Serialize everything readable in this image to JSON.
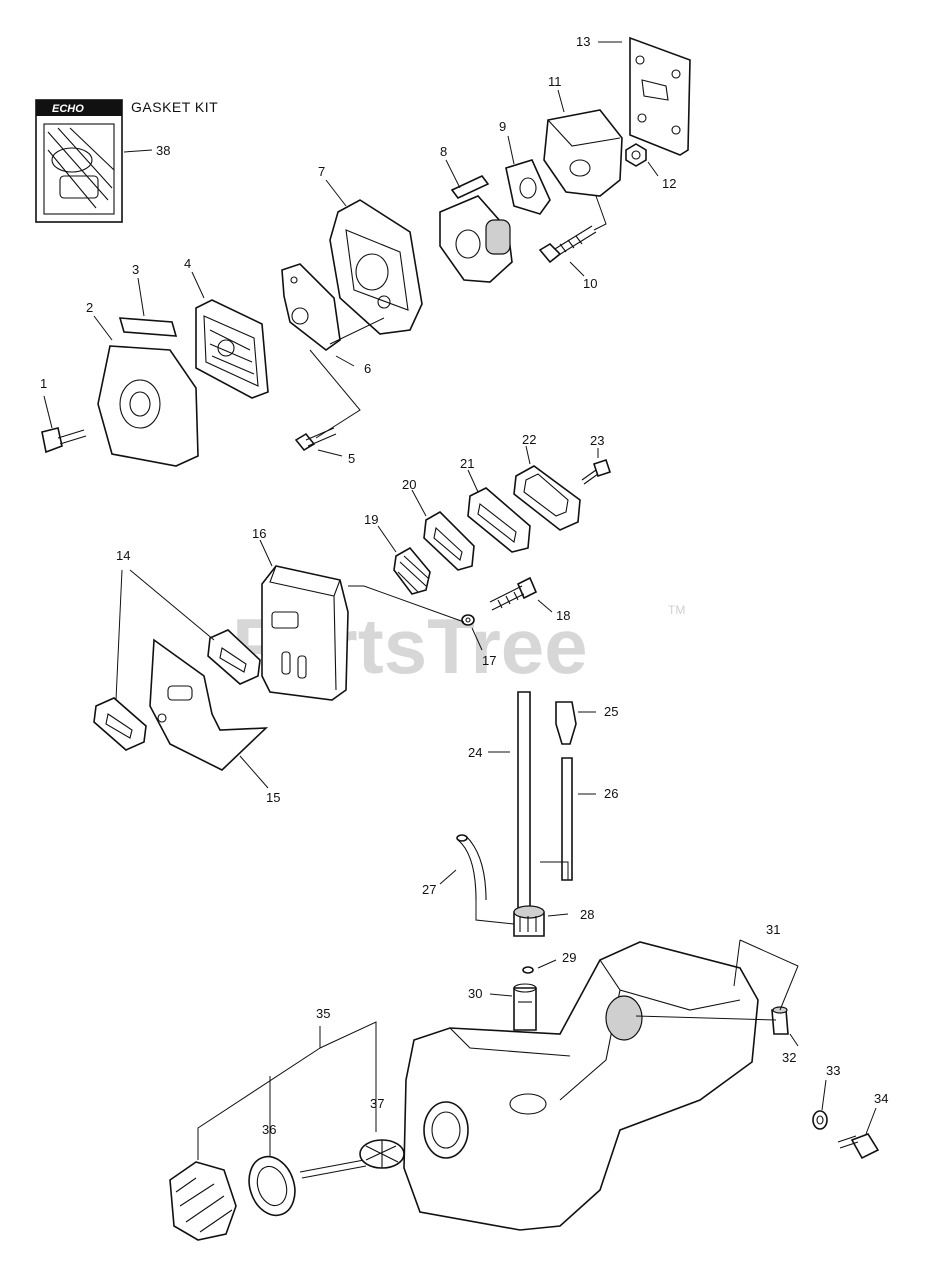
{
  "watermark": {
    "text": "PartsTree",
    "tm": "TM"
  },
  "kit": {
    "brand": "ECHO",
    "title": "GASKET KIT"
  },
  "callouts": [
    {
      "id": "1",
      "label": "1"
    },
    {
      "id": "2",
      "label": "2"
    },
    {
      "id": "3",
      "label": "3"
    },
    {
      "id": "4",
      "label": "4"
    },
    {
      "id": "5",
      "label": "5"
    },
    {
      "id": "6",
      "label": "6"
    },
    {
      "id": "7",
      "label": "7"
    },
    {
      "id": "8",
      "label": "8"
    },
    {
      "id": "9",
      "label": "9"
    },
    {
      "id": "10",
      "label": "10"
    },
    {
      "id": "11",
      "label": "11"
    },
    {
      "id": "12",
      "label": "12"
    },
    {
      "id": "13",
      "label": "13"
    },
    {
      "id": "14",
      "label": "14"
    },
    {
      "id": "15",
      "label": "15"
    },
    {
      "id": "16",
      "label": "16"
    },
    {
      "id": "17",
      "label": "17"
    },
    {
      "id": "18",
      "label": "18"
    },
    {
      "id": "19",
      "label": "19"
    },
    {
      "id": "20",
      "label": "20"
    },
    {
      "id": "21",
      "label": "21"
    },
    {
      "id": "22",
      "label": "22"
    },
    {
      "id": "23",
      "label": "23"
    },
    {
      "id": "24",
      "label": "24"
    },
    {
      "id": "25",
      "label": "25"
    },
    {
      "id": "26",
      "label": "26"
    },
    {
      "id": "27",
      "label": "27"
    },
    {
      "id": "28",
      "label": "28"
    },
    {
      "id": "29",
      "label": "29"
    },
    {
      "id": "30",
      "label": "30"
    },
    {
      "id": "31",
      "label": "31"
    },
    {
      "id": "32",
      "label": "32"
    },
    {
      "id": "33",
      "label": "33"
    },
    {
      "id": "34",
      "label": "34"
    },
    {
      "id": "35",
      "label": "35"
    },
    {
      "id": "36",
      "label": "36"
    },
    {
      "id": "37",
      "label": "37"
    },
    {
      "id": "38",
      "label": "38"
    }
  ]
}
